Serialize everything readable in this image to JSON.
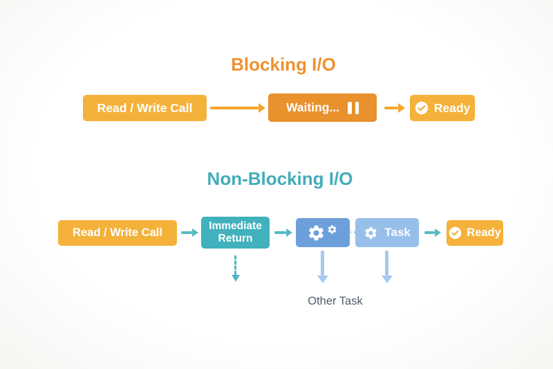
{
  "diagram": {
    "blocking": {
      "title": "Blocking I/O",
      "nodes": {
        "read_write_call": {
          "label": "Read / Write Call",
          "color": "#F4B23B"
        },
        "waiting": {
          "label": "Waiting...",
          "color": "#E8912D",
          "icon": "pause-icon"
        },
        "ready": {
          "label": "Ready",
          "color": "#F4B23B",
          "icon": "check-circle-icon"
        }
      },
      "edges": [
        {
          "from": "read_write_call",
          "to": "waiting",
          "style": "solid",
          "color": "#F6A52B"
        },
        {
          "from": "waiting",
          "to": "ready",
          "style": "solid",
          "color": "#F6A52B"
        }
      ]
    },
    "non_blocking": {
      "title": "Non-Blocking I/O",
      "nodes": {
        "read_write_call": {
          "label": "Read / Write Call",
          "color": "#F4B23B"
        },
        "immediate_return": {
          "label": "Immediate Return",
          "color": "#41B1BD"
        },
        "processing": {
          "label": "",
          "color": "#6DA0DB",
          "icon": "gears-icon"
        },
        "task": {
          "label": "Task",
          "color": "#96C0E9",
          "icon": "gear-icon"
        },
        "ready": {
          "label": "Ready",
          "color": "#F4B23B",
          "icon": "check-circle-icon"
        }
      },
      "edges": [
        {
          "from": "read_write_call",
          "to": "immediate_return",
          "style": "solid",
          "color": "#56B9C5"
        },
        {
          "from": "immediate_return",
          "to": "processing",
          "style": "solid",
          "color": "#56B9C5"
        },
        {
          "from": "processing",
          "to": "task",
          "style": "dotted",
          "color": "#A6C9EE"
        },
        {
          "from": "task",
          "to": "ready",
          "style": "solid",
          "color": "#56B9C5"
        },
        {
          "from": "immediate_return",
          "direction": "down",
          "style": "dashed",
          "color": "#4FB6C2"
        },
        {
          "from": "processing",
          "direction": "down",
          "style": "solid",
          "color": "#A6C9EE"
        },
        {
          "from": "task",
          "direction": "down",
          "style": "solid",
          "color": "#A6C9EE"
        }
      ],
      "annotations": {
        "other_task": "Other Task"
      }
    }
  },
  "colors": {
    "amber_box": "#F4B23B",
    "dark_orange_box": "#E8912D",
    "orange_arrow": "#F6A52B",
    "orange_title": "#F0912E",
    "teal_box": "#41B1BD",
    "teal_title": "#43ACBA",
    "teal_arrow": "#56B9C5",
    "blue_mid_box": "#6DA0DB",
    "blue_light_box": "#96C0E9",
    "blue_arrow": "#A6C9EE",
    "annotation_text": "#4E5D6B",
    "background": "#FFFFFF"
  },
  "icons": {
    "pause": "pause-icon (two white vertical bars)",
    "check_circle": "check-circle-icon (white circle with amber check)",
    "gear": "gear-icon (white cog)",
    "gears": "gears-icon (large + small white cogs)"
  }
}
